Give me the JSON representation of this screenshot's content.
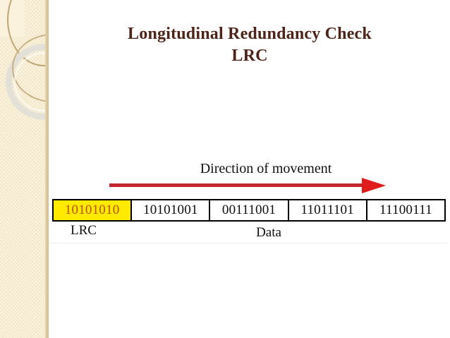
{
  "slide": {
    "title_lines": [
      "Longitudinal Redundancy Check",
      "LRC"
    ],
    "title_color": "#4f2418",
    "background_color": "#ffffff"
  },
  "sidebar": {
    "decoration": "overlapping-rings-motif",
    "background_color": "#f3e6c4",
    "accent_color": "#cfbb8c",
    "ring_colors": [
      "#bfa672",
      "#e3e0d8",
      "#c9b384"
    ]
  },
  "figure": {
    "arrow": {
      "caption": "Direction of movement",
      "color": "#c1272d",
      "head_color": "#e01b1b",
      "direction": "right"
    },
    "cells": [
      {
        "value": "10101010",
        "role": "lrc",
        "background": "#ffea00",
        "text_color": "#c1500a"
      },
      {
        "value": "10101001",
        "role": "data",
        "background": "#ffffff",
        "text_color": "#0d0d0d"
      },
      {
        "value": "00111001",
        "role": "data",
        "background": "#ffffff",
        "text_color": "#0d0d0d"
      },
      {
        "value": "11011101",
        "role": "data",
        "background": "#ffffff",
        "text_color": "#0d0d0d"
      },
      {
        "value": "11100111",
        "role": "data",
        "background": "#ffffff",
        "text_color": "#0d0d0d"
      }
    ],
    "labels": {
      "lrc": "LRC",
      "data": "Data"
    }
  }
}
